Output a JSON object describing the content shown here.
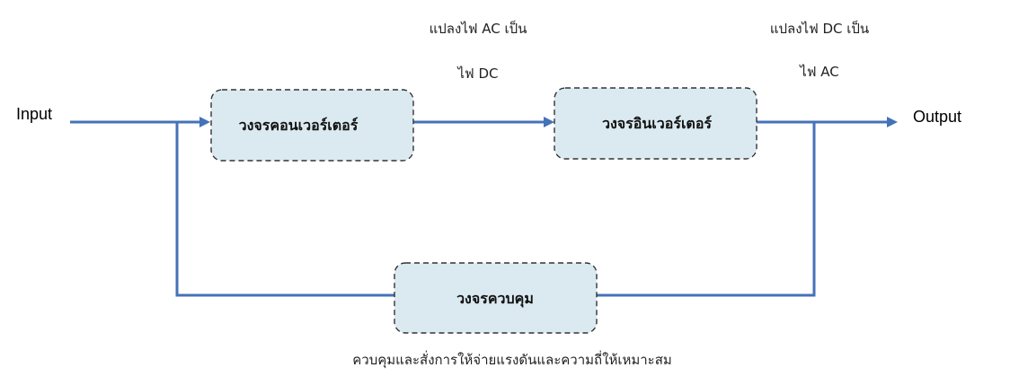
{
  "diagram": {
    "input_label": "Input",
    "output_label": "Output",
    "blocks": {
      "converter": "วงจรคอนเวอร์เตอร์",
      "inverter": "วงจรอินเวอร์เตอร์",
      "controller": "วงจรควบคุม"
    },
    "notes": {
      "converter_line1": "แปลงไฟ AC เป็น",
      "converter_line2": "ไฟ DC",
      "inverter_line1": "แปลงไฟ DC เป็น",
      "inverter_line2": "ไฟ AC",
      "controller": "ควบคุมและสั่งการให้จ่ายแรงดันและความถี่ให้เหมาะสม"
    },
    "colors": {
      "wire": "#4472b8",
      "block_fill": "#dbeaf1",
      "block_border": "#333333"
    }
  }
}
